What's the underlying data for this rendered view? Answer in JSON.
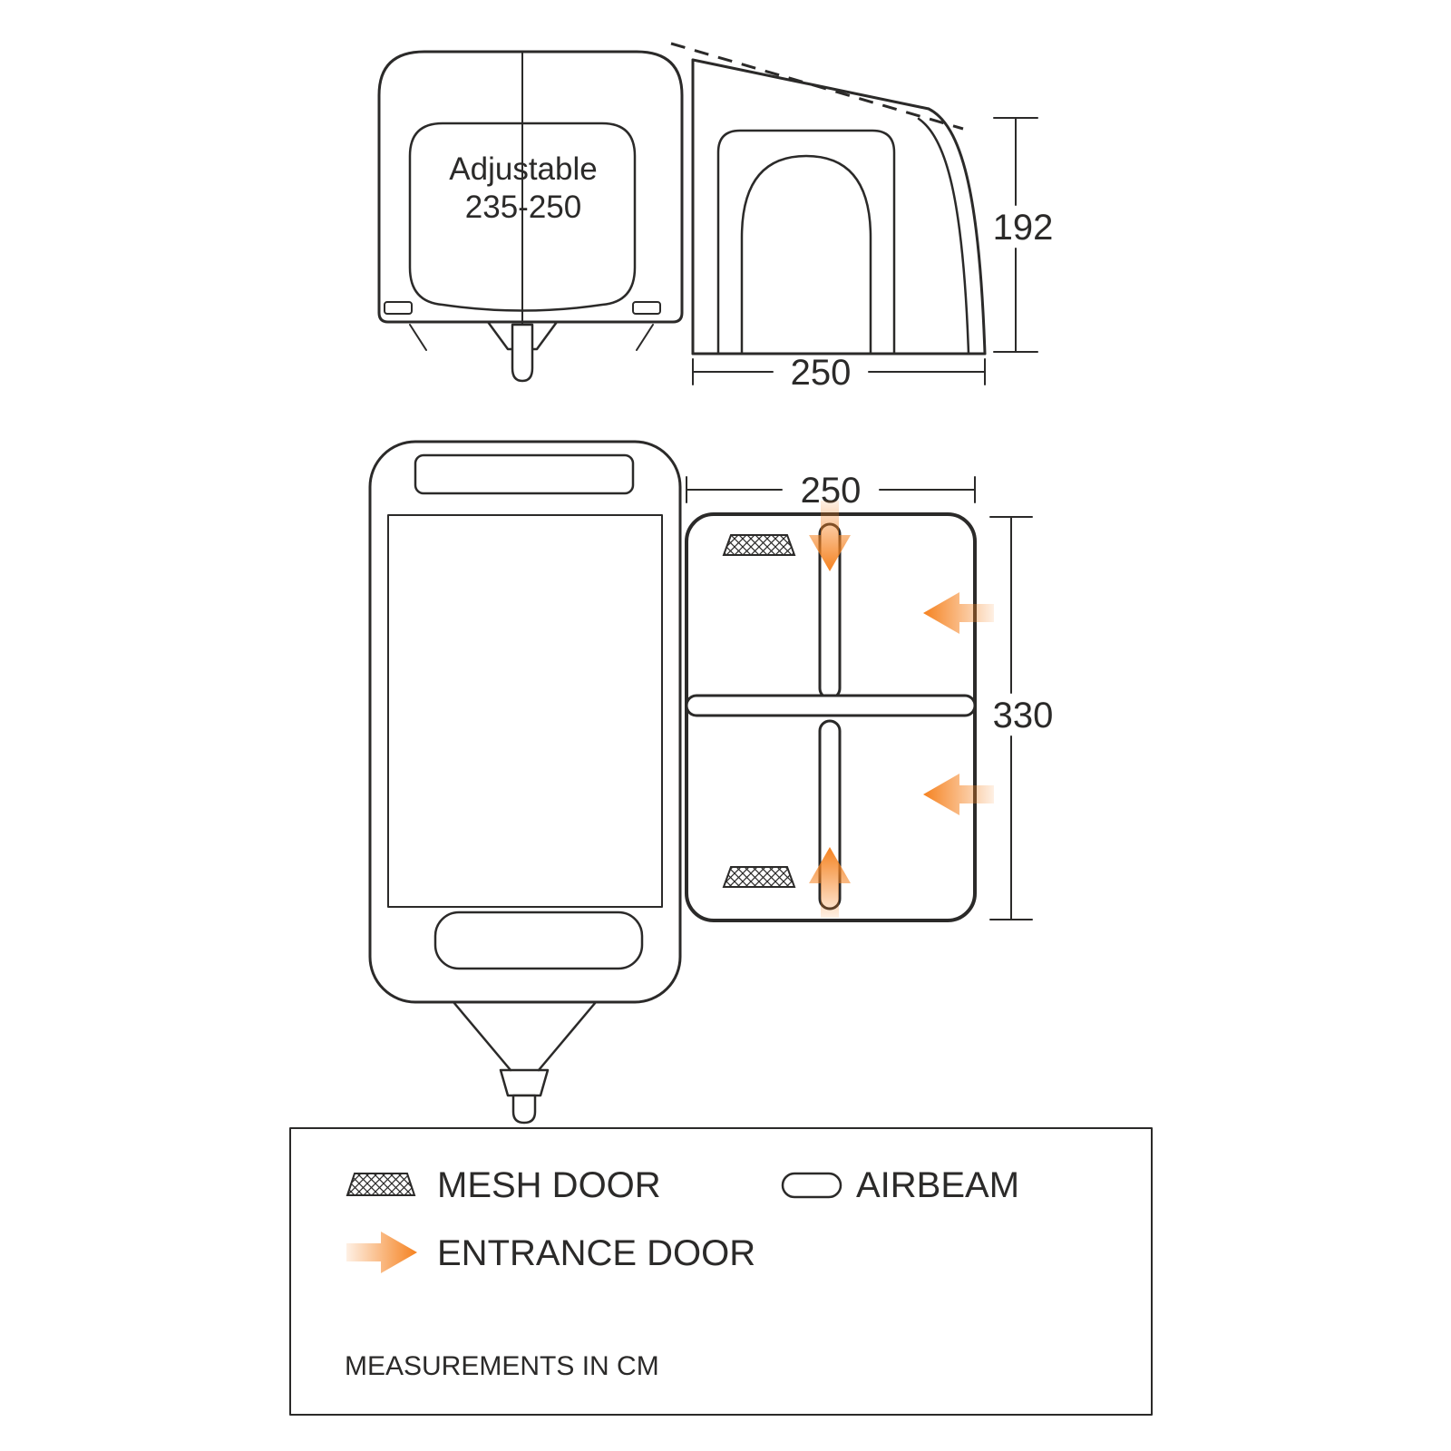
{
  "colors": {
    "line": "#2b2a29",
    "accent": "#f58220"
  },
  "front_view": {
    "label_line1": "Adjustable",
    "label_line2": "235-250"
  },
  "side_view": {
    "height_cm": "192",
    "depth_cm": "250"
  },
  "plan_view": {
    "width_cm": "250",
    "length_cm": "330"
  },
  "legend": {
    "mesh_door": "MESH DOOR",
    "airbeam": "AIRBEAM",
    "entrance_door": "ENTRANCE DOOR",
    "note": "MEASUREMENTS IN CM"
  }
}
